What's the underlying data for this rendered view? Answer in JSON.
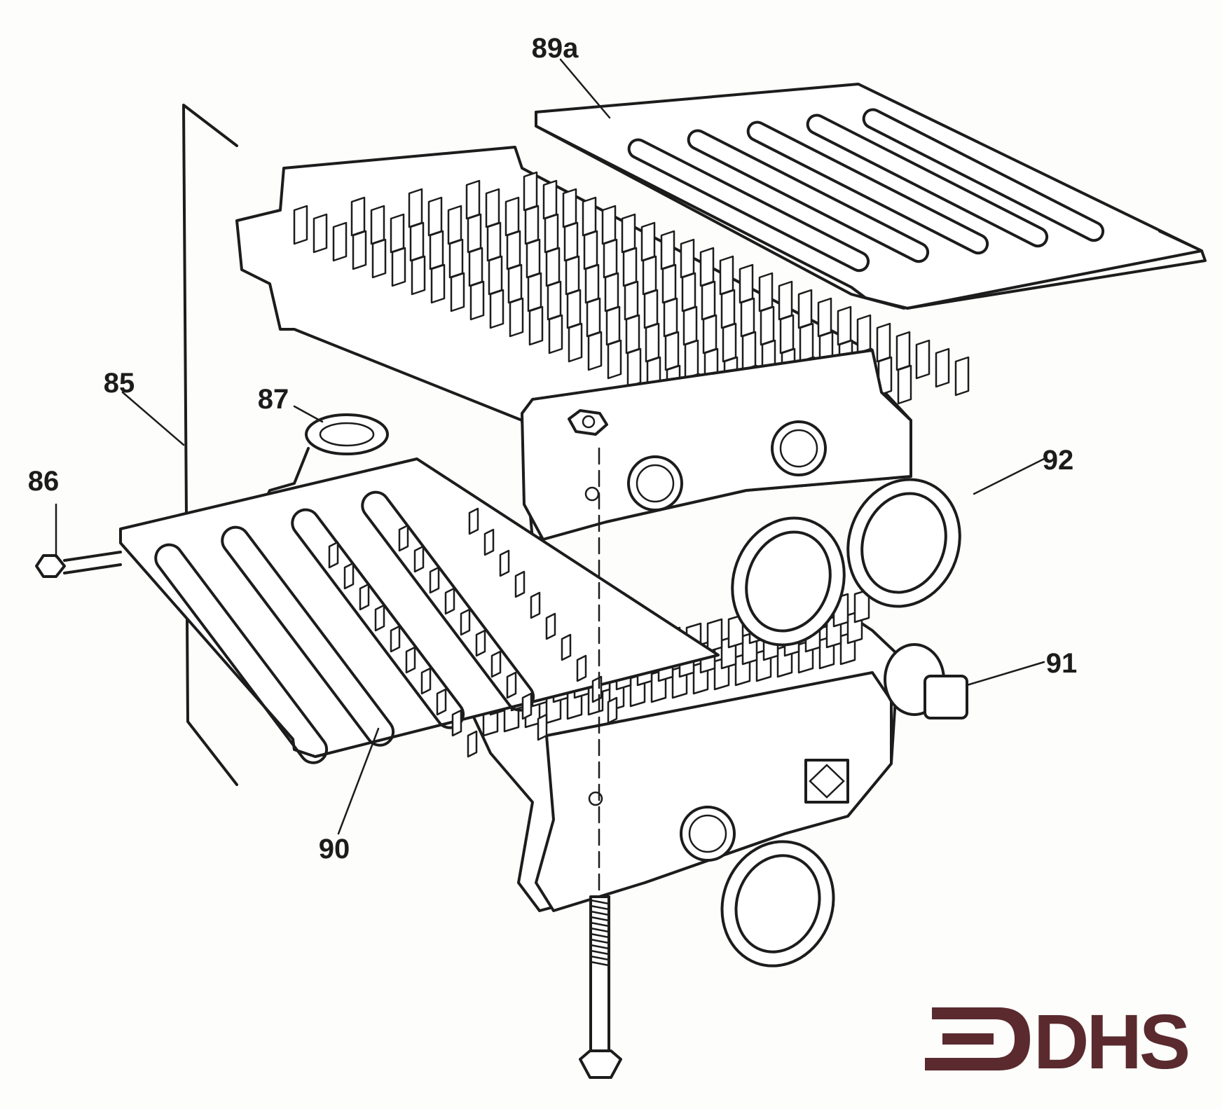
{
  "diagram": {
    "callouts": [
      {
        "id": "85",
        "text": "85"
      },
      {
        "id": "86",
        "text": "86"
      },
      {
        "id": "87",
        "text": "87"
      },
      {
        "id": "89a",
        "text": "89a"
      },
      {
        "id": "90",
        "text": "90"
      },
      {
        "id": "91",
        "text": "91"
      },
      {
        "id": "92",
        "text": "92"
      }
    ]
  },
  "logo": {
    "text": "DHS",
    "color": "#5a2a2e"
  },
  "colors": {
    "ink": "#1c1c1c",
    "paper": "#fdfdfb"
  }
}
